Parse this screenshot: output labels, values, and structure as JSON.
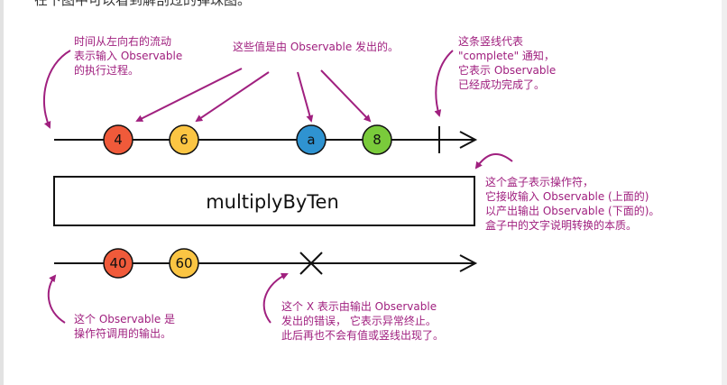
{
  "page": {
    "heading": "在下图中可以看到解剖过的弹珠图。"
  },
  "colors": {
    "annotation": "#a0207f",
    "line": "#111111",
    "marble_red": "#f05a3a",
    "marble_yellow": "#fbc543",
    "marble_blue": "#2f93d1",
    "marble_green": "#7acb3b"
  },
  "input_observable": {
    "marbles": [
      {
        "label": "4",
        "color": "#f05a3a"
      },
      {
        "label": "6",
        "color": "#fbc543"
      },
      {
        "label": "a",
        "color": "#2f93d1"
      },
      {
        "label": "8",
        "color": "#7acb3b"
      }
    ],
    "ends_with": "complete"
  },
  "operator": {
    "label": "multiplyByTen"
  },
  "output_observable": {
    "marbles": [
      {
        "label": "40",
        "color": "#f05a3a"
      },
      {
        "label": "60",
        "color": "#fbc543"
      }
    ],
    "ends_with": "error"
  },
  "annotations": {
    "time_flow": "时间从左向右的流动\n表示输入 Observable\n的执行过程。",
    "emitted_values": "这些值是由 Observable 发出的。",
    "complete_line": "这条竖线代表\n\"complete\" 通知，\n它表示 Observable\n已经成功完成了。",
    "operator_box": "这个盒子表示操作符，\n它接收输入 Observable (上面的)\n以产出输出 Observable (下面的)。\n盒子中的文字说明转换的本质。",
    "output_observable": "这个 Observable 是\n操作符调用的输出。",
    "error_x": "这个 X 表示由输出 Observable\n发出的错误， 它表示异常终止。\n此后再也不会有值或竖线出现了。"
  }
}
